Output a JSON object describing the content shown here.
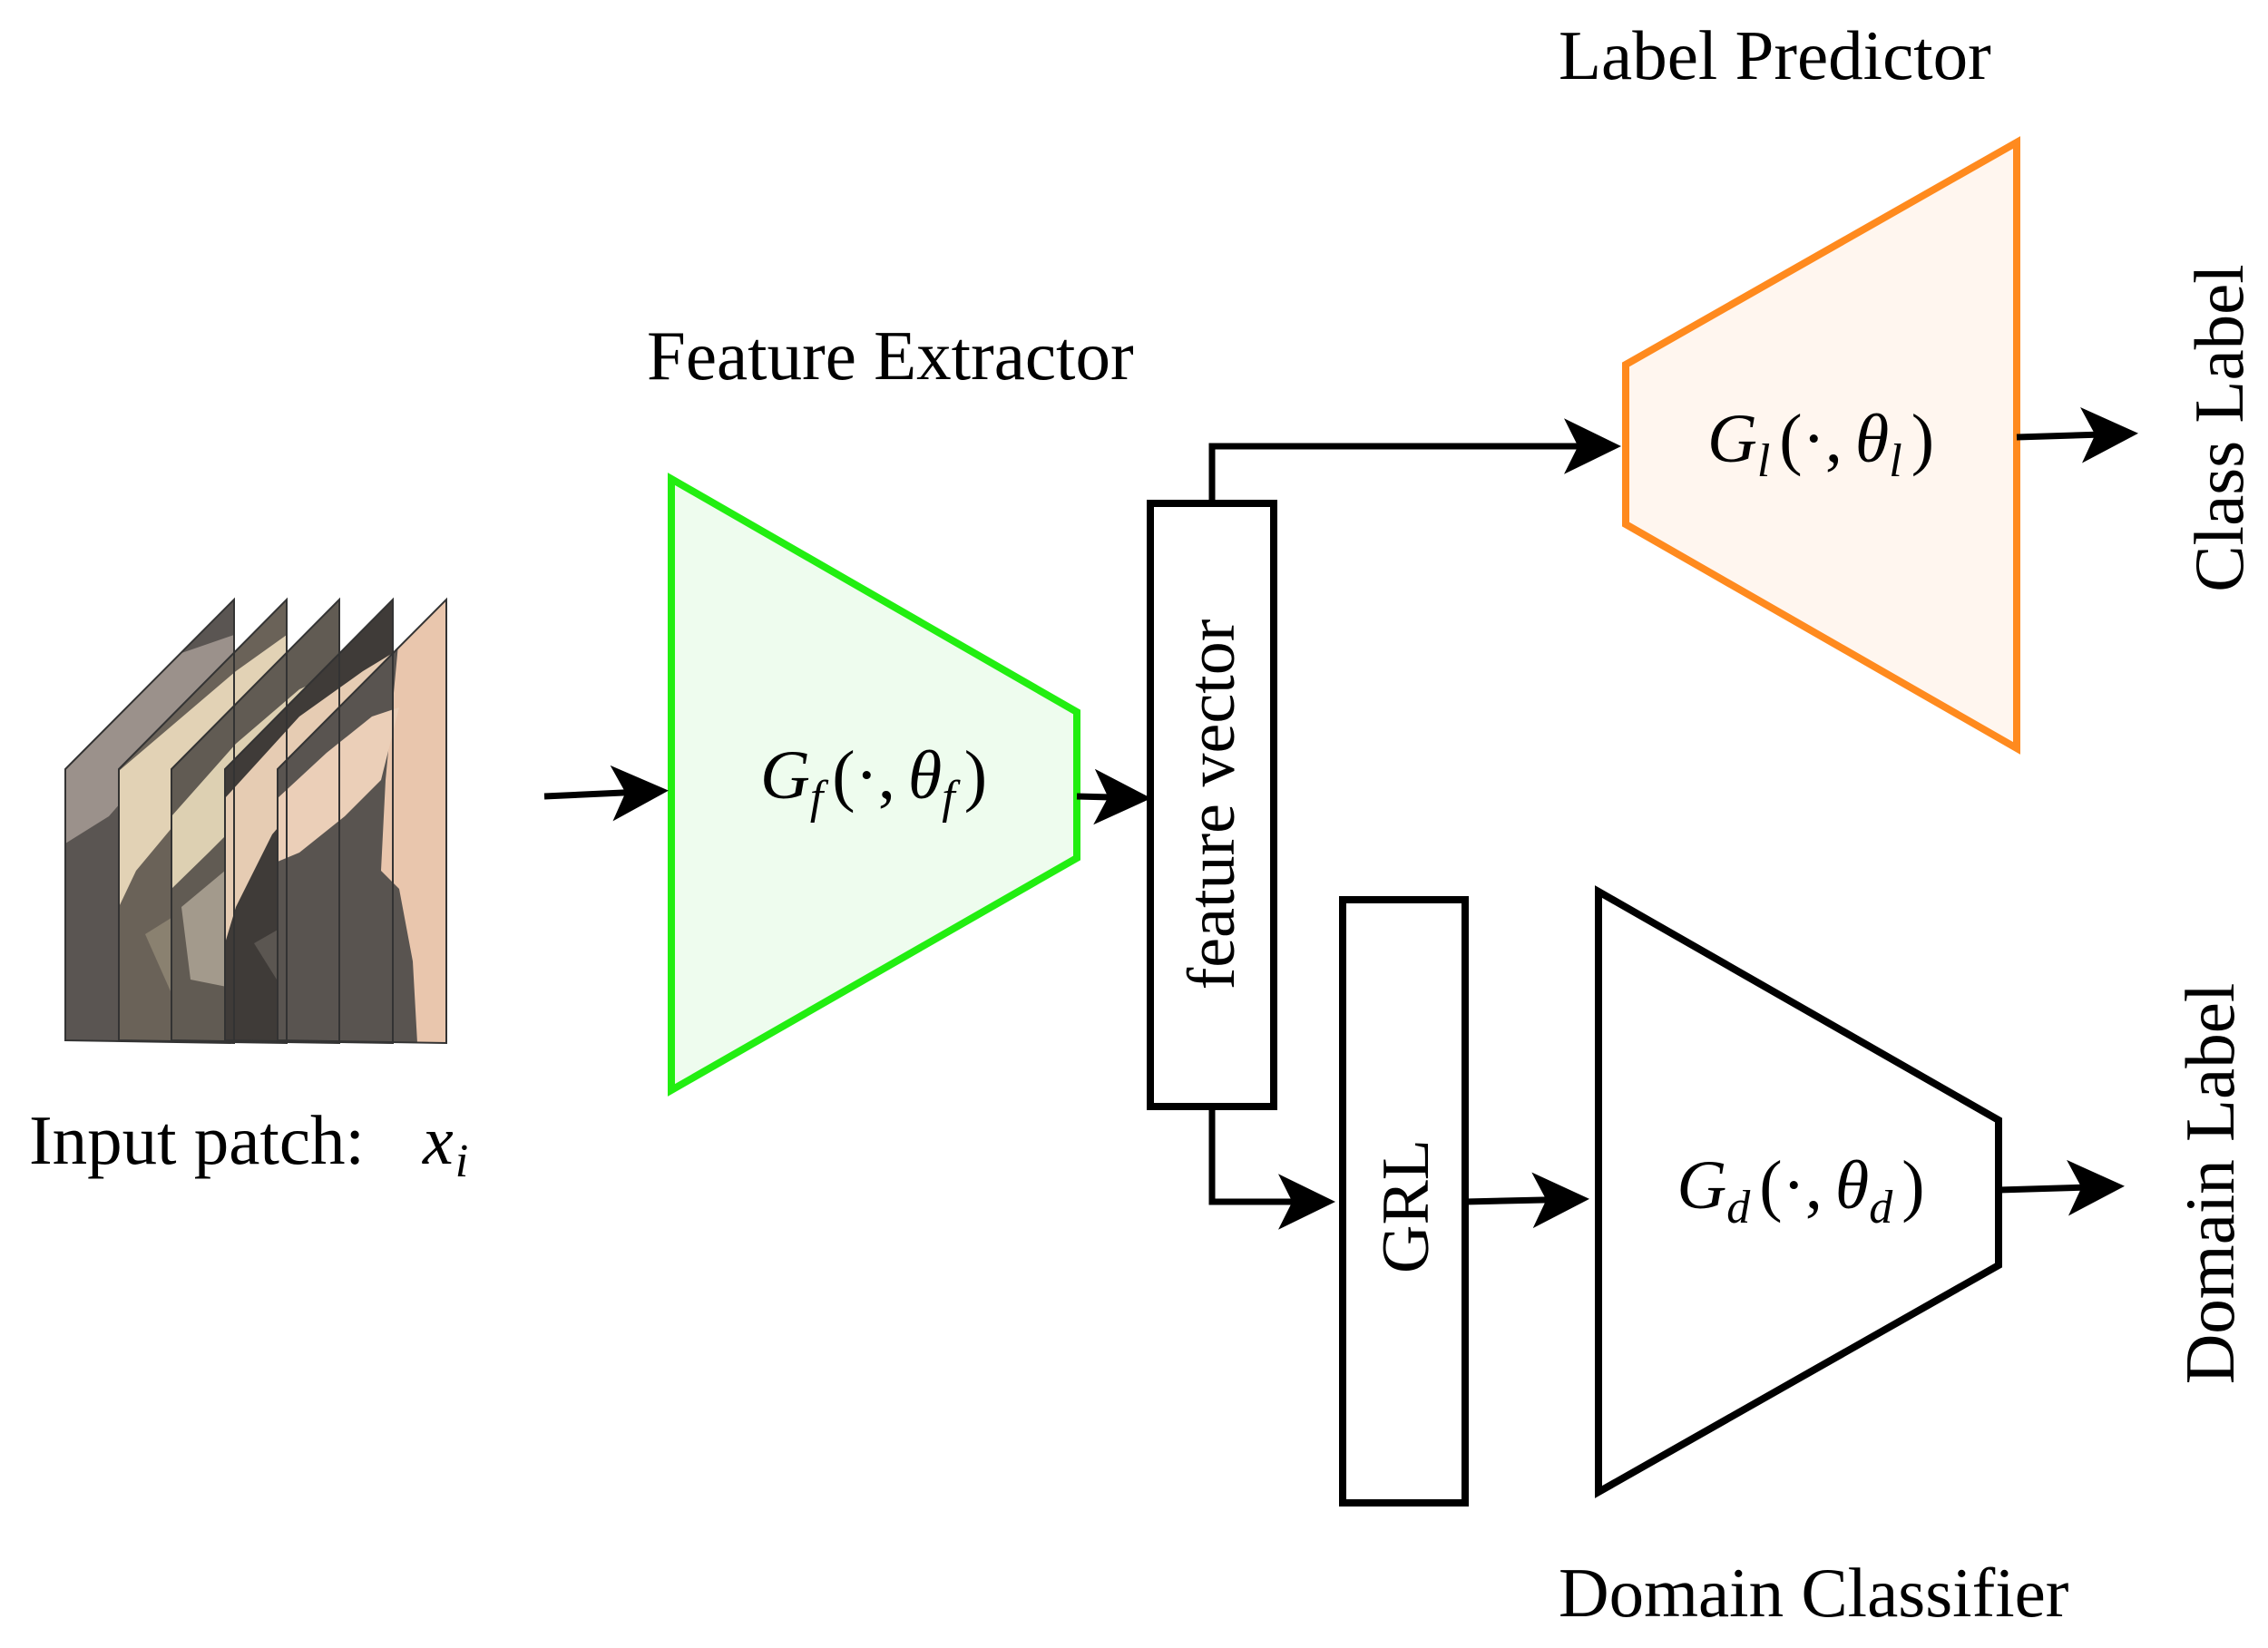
{
  "colors": {
    "feature_extractor_stroke": "#22ee11",
    "feature_extractor_fill": "#eefcee",
    "label_predictor_stroke": "#ff8a1e",
    "label_predictor_fill": "#fff6ef",
    "domain_classifier_stroke": "#000000",
    "patch_dark": "#58534f",
    "patch_light": "#e8c9b0",
    "patch_mid": "#a59a8e"
  },
  "input": {
    "label": "Input patch:",
    "math_var": "x",
    "math_sub": "i"
  },
  "feature_extractor": {
    "title": "Feature Extractor",
    "func": "G",
    "func_sub": "f",
    "param": "θ",
    "param_sub": "f",
    "open_paren": "(",
    "dot_comma": "·,",
    "close_paren": ")"
  },
  "feature_vector": {
    "label": "feature vector"
  },
  "label_predictor": {
    "title": "Label Predictor",
    "func": "G",
    "func_sub": "l",
    "param": "θ",
    "param_sub": "l",
    "open_paren": "(",
    "dot_comma": "·,",
    "close_paren": ")",
    "output": "Class Label"
  },
  "grl": {
    "label": "GRL"
  },
  "domain_classifier": {
    "title": "Domain Classifier",
    "func": "G",
    "func_sub": "d",
    "param": "θ",
    "param_sub": "d",
    "open_paren": "(",
    "dot_comma": "·,",
    "close_paren": ")",
    "output": "Domain Label"
  }
}
